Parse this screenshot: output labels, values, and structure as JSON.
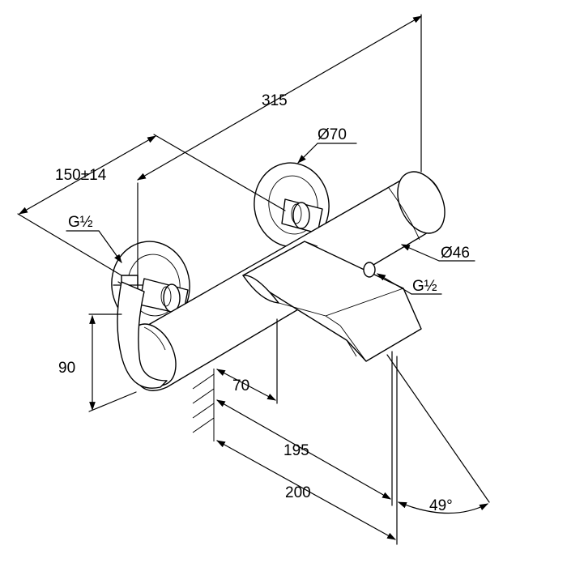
{
  "dimensions": {
    "overall_length": "315",
    "wall_offset": "150±14",
    "connection_left": "G½",
    "rosette_diameter": "Ø70",
    "body_diameter": "Ø46",
    "connection_right": "G½",
    "height": "90",
    "projection_70": "70",
    "projection_195": "195",
    "projection_200": "200",
    "spout_angle": "49°"
  }
}
